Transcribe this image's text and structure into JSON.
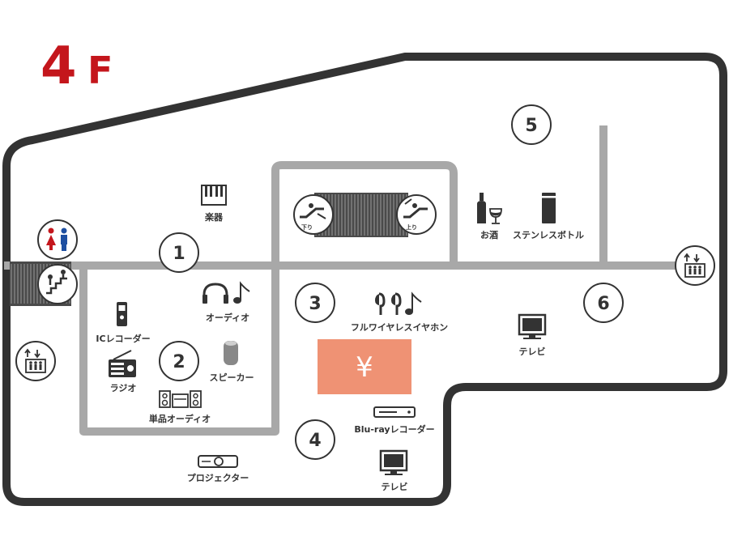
{
  "floor": {
    "number": "4",
    "suffix": "F"
  },
  "zones": [
    "1",
    "2",
    "3",
    "4",
    "5",
    "6"
  ],
  "labels": {
    "instruments": "楽器",
    "audio": "オーディオ",
    "ic_recorder": "ICレコーダー",
    "radio": "ラジオ",
    "speaker": "スピーカー",
    "component_audio": "単品オーディオ",
    "projector": "プロジェクター",
    "wireless_earphones": "フルワイヤレスイヤホン",
    "bluray_recorder": "Blu-rayレコーダー",
    "tv_center": "テレビ",
    "tv_bottom": "テレビ",
    "liquor": "お酒",
    "stainless_bottle": "ステンレスボトル"
  },
  "escalator": {
    "down": "下り",
    "up": "上り"
  },
  "cashier": {
    "symbol": "¥",
    "color": "#ef9274"
  },
  "colors": {
    "floor_red": "#c4161c",
    "wall": "#333333",
    "aisle": "#a8a8a8"
  },
  "icons": [
    "restroom-icon",
    "stairs-icon",
    "elevator-icon",
    "escalator-down-icon",
    "escalator-up-icon"
  ]
}
